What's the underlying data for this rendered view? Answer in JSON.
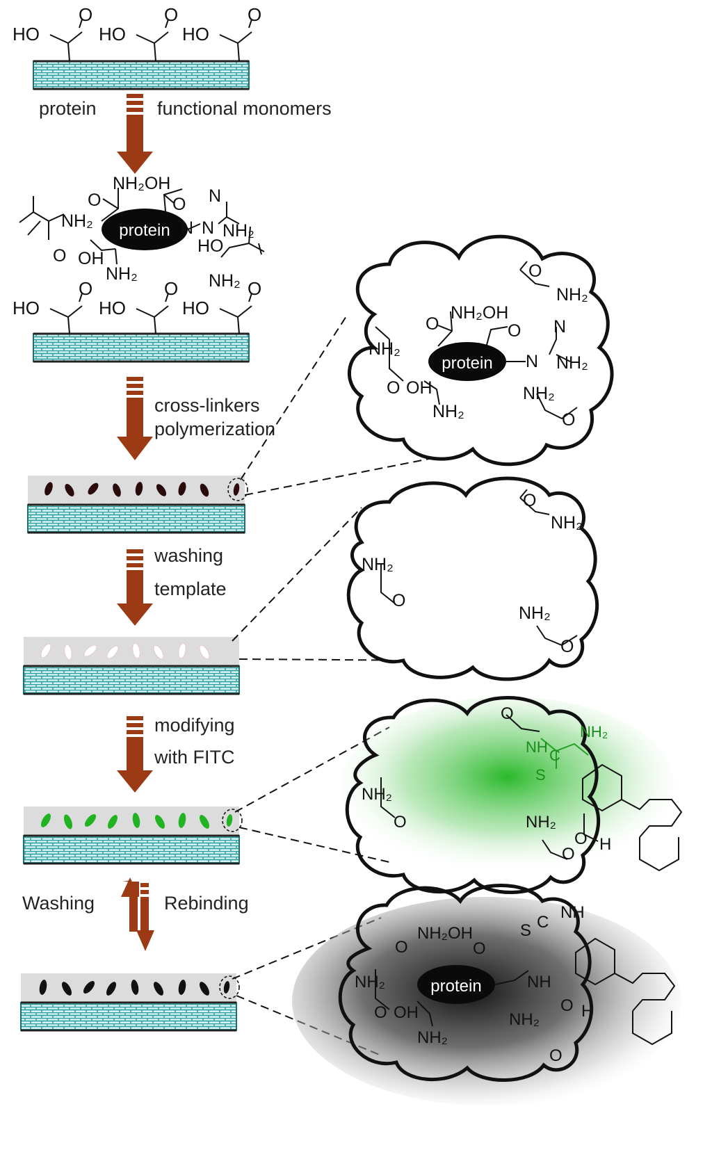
{
  "colors": {
    "arrow": "#9b3a14",
    "substrate": "#cfeeee",
    "brick": "#2a9c9c",
    "layer": "#dcdcdc",
    "fitc_green": "#22b322",
    "protein": "#0a0a0a"
  },
  "steps": {
    "s1_left": "protein",
    "s1_right": "functional monomers",
    "s2_line1": "cross-linkers",
    "s2_line2": "polymerization",
    "s3_line1": "washing",
    "s3_line2": "template",
    "s4_line1": "modifying",
    "s4_line2": "with FITC",
    "s5_left": "Washing",
    "s5_right": "Rebinding"
  },
  "chem": {
    "ho": "HO",
    "o": "O",
    "oh": "OH",
    "nh2": "NH₂",
    "nh2oh": "NH₂OH",
    "nh": "NH",
    "n": "N",
    "h": "H",
    "s": "S",
    "c": "C",
    "protein": "protein"
  }
}
